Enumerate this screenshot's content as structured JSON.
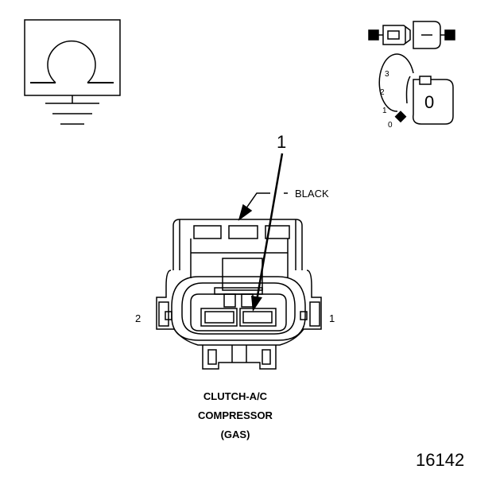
{
  "callout": "1",
  "wire_color": "BLACK",
  "pin_left": "2",
  "pin_right": "1",
  "key_positions": [
    "3",
    "2",
    "1",
    "0"
  ],
  "key_label": "0",
  "caption": {
    "line1": "CLUTCH-A/C",
    "line2": "COMPRESSOR",
    "line3": "(GAS)"
  },
  "figure_number": "16142"
}
